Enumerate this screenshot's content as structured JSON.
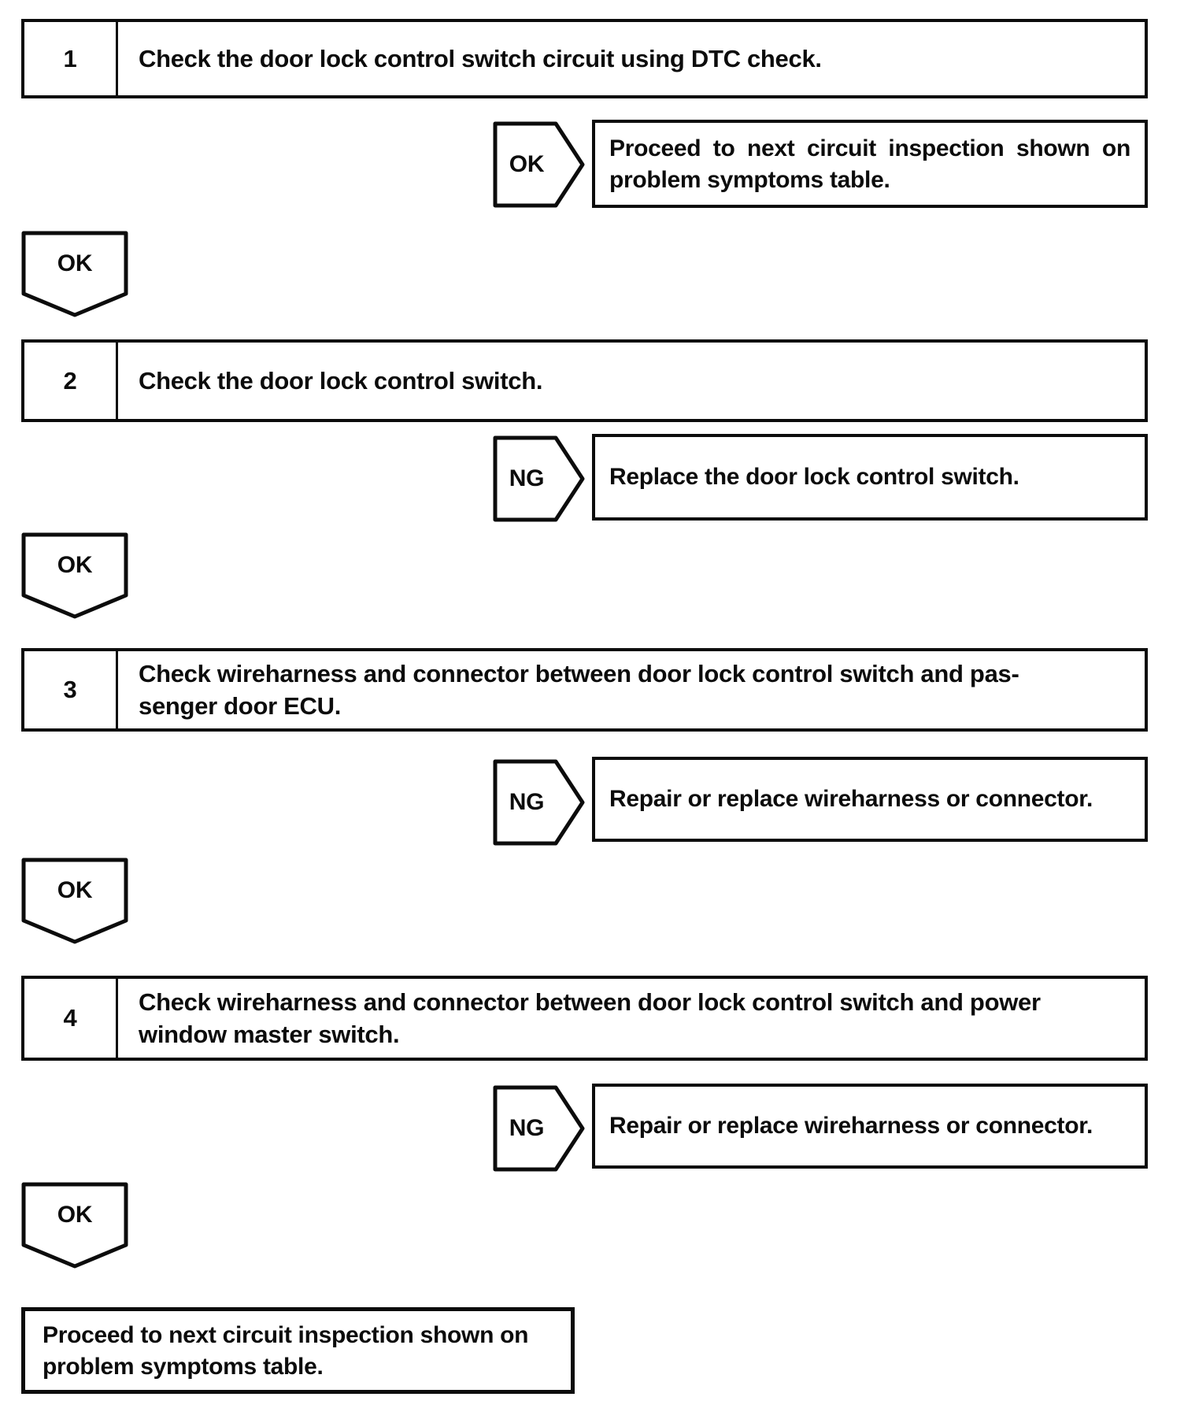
{
  "colors": {
    "ink": "#0c0c0c",
    "paper": "#ffffff"
  },
  "flowchart": {
    "steps": [
      {
        "number": "1",
        "lines": [
          "Check the door lock control switch circuit using DTC check."
        ]
      },
      {
        "number": "2",
        "lines": [
          "Check the door lock control switch."
        ]
      },
      {
        "number": "3",
        "lines": [
          "Check wireharness and connector between door lock control switch and pas-",
          "senger door ECU."
        ]
      },
      {
        "number": "4",
        "lines": [
          "Check wireharness and connector between door lock control switch and power",
          "window master switch."
        ]
      }
    ],
    "branches": [
      {
        "label": "OK",
        "result_lines": [
          "Proceed to next circuit inspection shown on",
          "problem symptoms table."
        ]
      },
      {
        "label": "NG",
        "result_lines": [
          "Replace the door lock control switch."
        ]
      },
      {
        "label": "NG",
        "result_lines": [
          "Repair or replace wireharness or connector."
        ]
      },
      {
        "label": "NG",
        "result_lines": [
          "Repair or replace wireharness or connector."
        ]
      }
    ],
    "connectors": [
      {
        "label": "OK"
      },
      {
        "label": "OK"
      },
      {
        "label": "OK"
      },
      {
        "label": "OK"
      }
    ],
    "end": {
      "lines": [
        "Proceed to next circuit inspection shown on",
        "problem symptoms table."
      ]
    }
  }
}
